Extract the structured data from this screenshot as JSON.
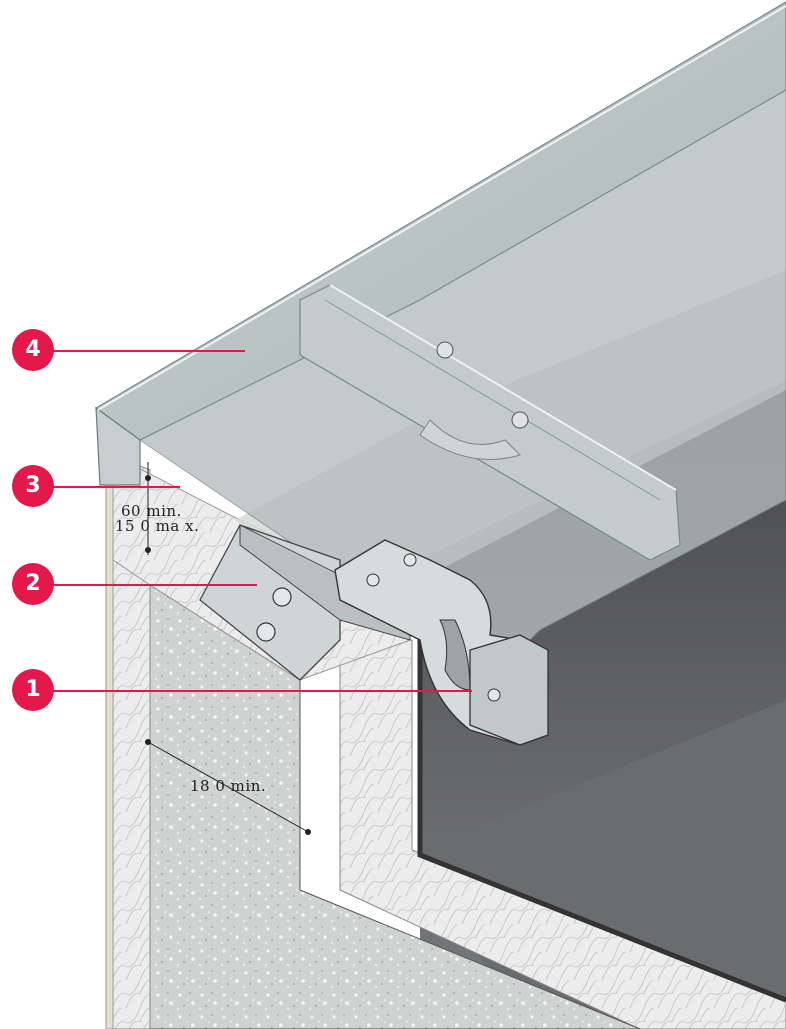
{
  "callouts": [
    {
      "id": "4",
      "label": "4"
    },
    {
      "id": "3",
      "label": "3"
    },
    {
      "id": "2",
      "label": "2"
    },
    {
      "id": "1",
      "label": "1"
    }
  ],
  "dimensions": {
    "min_60": "60  min.",
    "max_150": "15 0  ma x.",
    "min_180": "18 0  min."
  },
  "colors": {
    "callout": "#e3194b",
    "coping": "#b8c2c4",
    "insulation": "#e9e9e9",
    "concrete": "#cfd2d0",
    "interior": "#5c5d60"
  }
}
